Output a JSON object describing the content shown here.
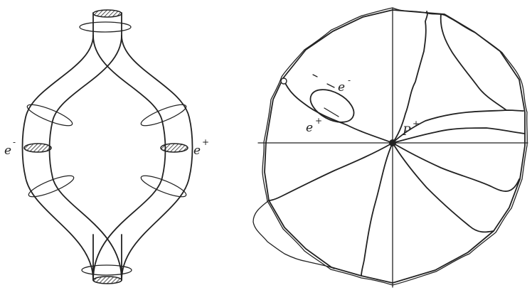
{
  "left_diagram": {
    "label_left": "e",
    "label_left_sup": "-",
    "label_right": "e",
    "label_right_sup": "+"
  },
  "right_diagram": {
    "label_electron": "e",
    "label_electron_sup": "-",
    "label_positron": "e",
    "label_positron_sup": "+",
    "label_center": "P",
    "label_center_sup": "+"
  },
  "colors": {
    "ink": "#222222",
    "background": "#ffffff"
  }
}
